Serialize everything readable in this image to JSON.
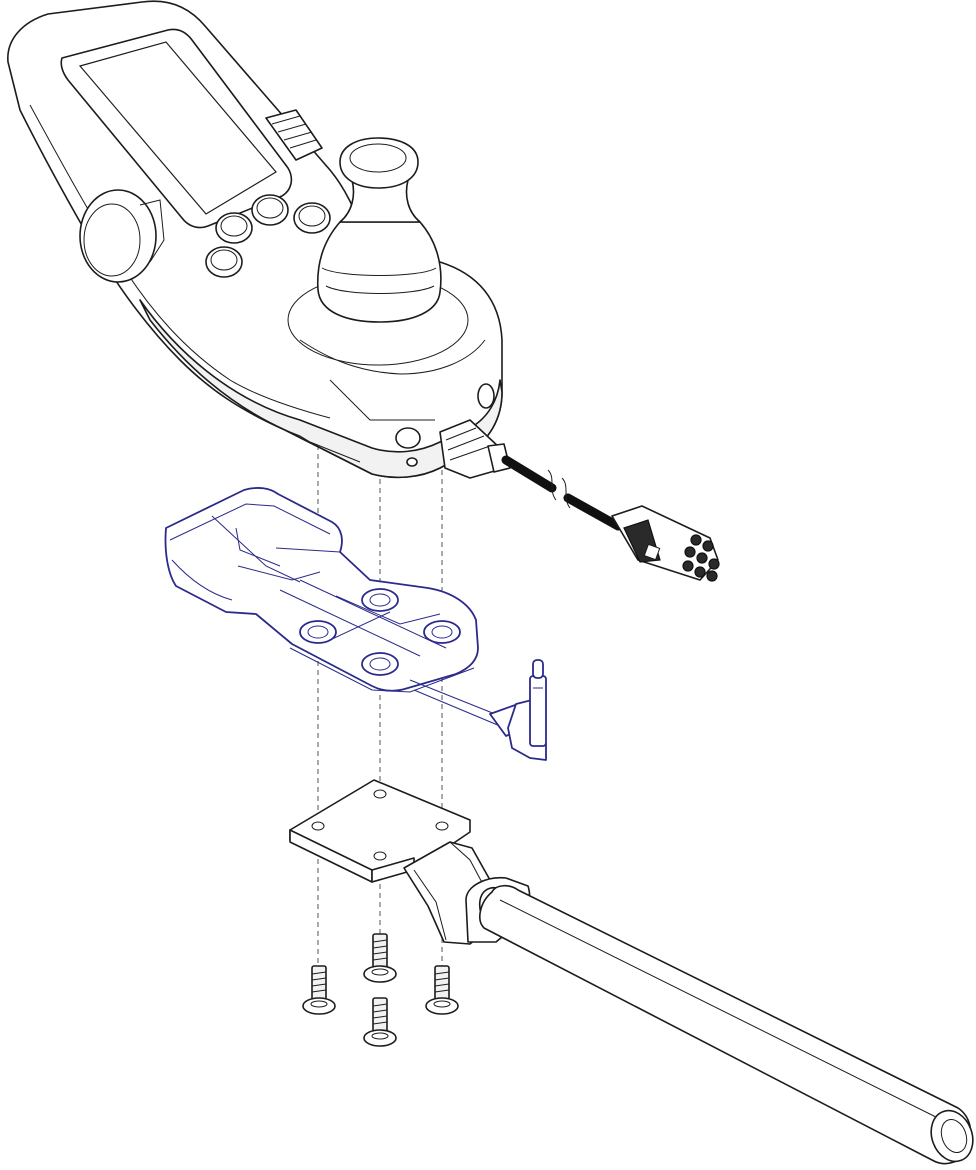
{
  "diagram": {
    "kind": "exploded assembly drawing",
    "colors": {
      "outline": "#1c1c1c",
      "highlight": "#2a2a8a",
      "guide_lines": "#555555",
      "background": "#ffffff"
    },
    "parts": [
      "joystick-controller",
      "connector-cable",
      "mounting-clamp",
      "bracket-plate",
      "mounting-tube",
      "screws"
    ],
    "highlighted_part": "mounting-clamp",
    "screw_count": 4
  }
}
